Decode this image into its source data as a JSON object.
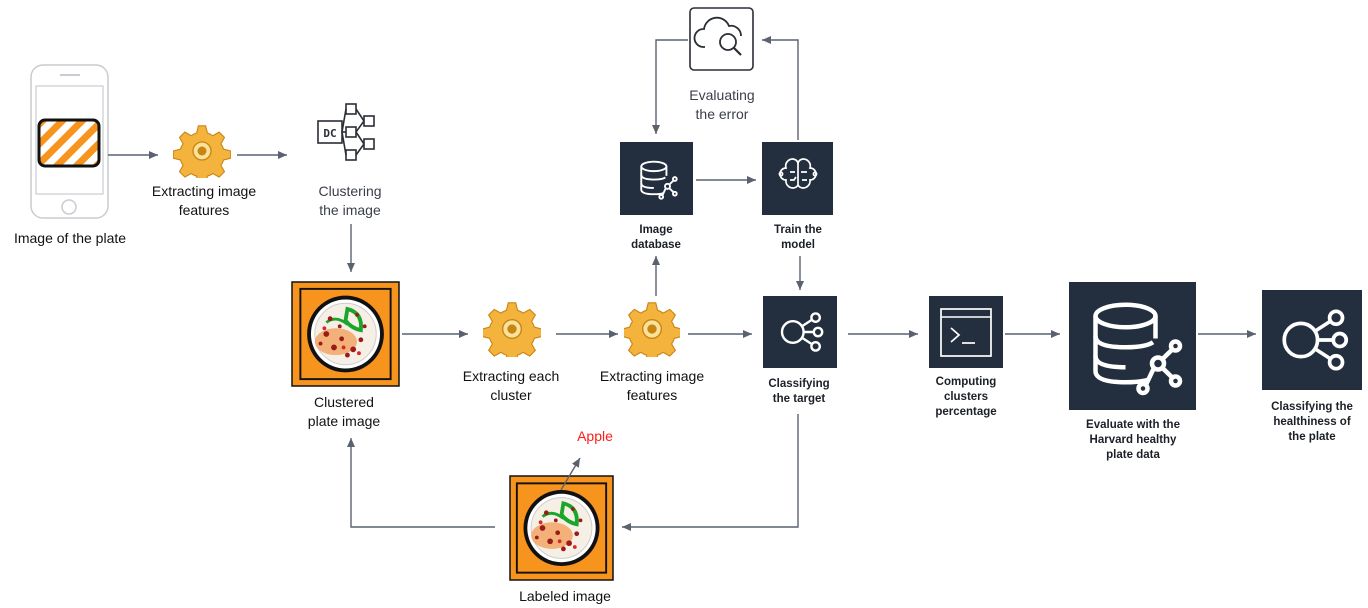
{
  "labels": {
    "image_of_plate": "Image of the plate",
    "extracting_features_1": "Extracting image\nfeatures",
    "clustering": "Clustering\nthe image",
    "evaluating_error": "Evaluating\nthe error",
    "image_database": "Image\ndatabase",
    "train_model": "Train the\nmodel",
    "clustered_plate": "Clustered\nplate image",
    "extracting_each_cluster": "Extracting each\ncluster",
    "extracting_features_2": "Extracting image\nfeatures",
    "classifying_target": "Classifying\nthe target",
    "computing_clusters": "Computing\nclusters\npercentage",
    "evaluate_harvard": "Evaluate with the\nHarvard healthy\nplate data",
    "classifying_healthiness": "Classifying the\nhealthiness of\nthe plate",
    "apple": "Apple",
    "labeled_image": "Labeled image"
  },
  "icons": {
    "phone": "smartphone-icon",
    "gear": "gear-icon",
    "dc": "dc-cluster-icon",
    "cloud_search": "cloud-search-icon",
    "database": "database-icon",
    "brain": "brain-model-icon",
    "classify": "classifier-icon",
    "terminal": "terminal-icon"
  },
  "colors": {
    "dark_tile": "#232f3e",
    "orange": "#f7941d",
    "arrow": "#5a6270",
    "gear": "#f3b33d",
    "red": "#ff1a1a"
  }
}
